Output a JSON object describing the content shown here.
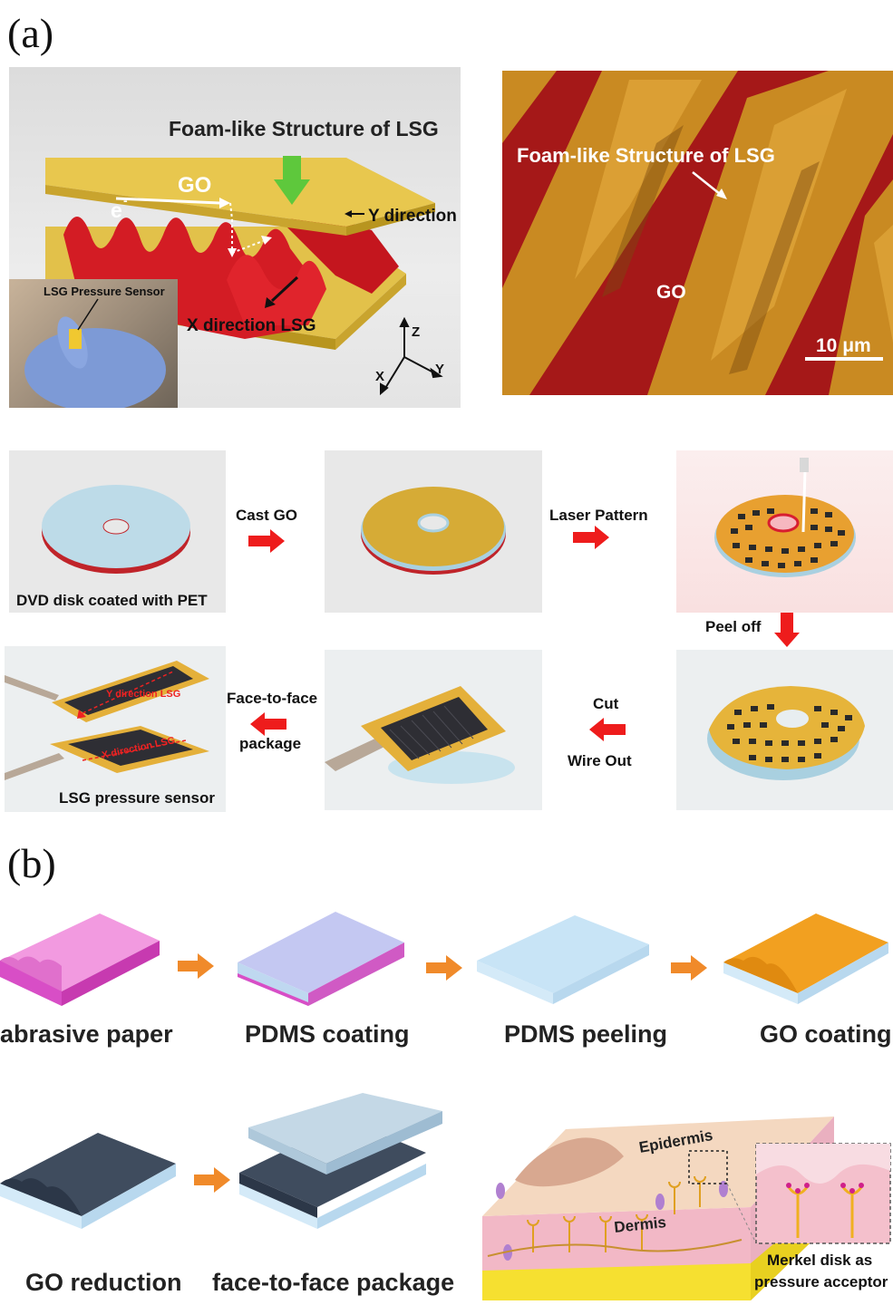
{
  "panels": {
    "a": "(a)",
    "b": "(b)"
  },
  "schematic": {
    "title": "Foam-like Structure of LSG",
    "go": "GO",
    "electron": "e",
    "electron_sup": "-",
    "y_direction": "Y direction",
    "x_direction": "X direction LSG",
    "axes": {
      "z": "Z",
      "x": "X",
      "y": "Y"
    },
    "inset_label": "LSG Pressure Sensor"
  },
  "sem": {
    "title": "Foam-like Structure of LSG",
    "go": "GO",
    "scalebar": "10 μm"
  },
  "fabrication": {
    "step1_caption": "DVD disk coated with PET",
    "arrow1": "Cast GO",
    "arrow2": "Laser Pattern",
    "arrow3": "Peel off",
    "arrow4_top": "Cut",
    "arrow4_bottom": "Wire Out",
    "arrow5_top": "Face-to-face",
    "arrow5_bottom": "package",
    "final_caption": "LSG pressure sensor",
    "y_lsg": "Y direction LSG",
    "x_lsg": "X direction LSG"
  },
  "process_b": {
    "row1": [
      "abrasive paper",
      "PDMS coating",
      "PDMS peeling",
      "GO coating"
    ],
    "row2": [
      "GO reduction",
      "face-to-face package"
    ]
  },
  "skin": {
    "epidermis": "Epidermis",
    "dermis": "Dermis",
    "merkel_line1": "Merkel disk as",
    "merkel_line2": "pressure acceptor"
  },
  "colors": {
    "go_yellow": "#e8c34a",
    "lsg_red": "#d8202a",
    "sem_red": "#a01818",
    "sem_gold": "#c98a22",
    "arrow_red": "#ee1c1c",
    "arrow_orange": "#f08a2a",
    "pdms_blue": "#cfe6f5",
    "paper_pink": "#ee88d8",
    "reduced_gray": "#3d4a5c"
  }
}
